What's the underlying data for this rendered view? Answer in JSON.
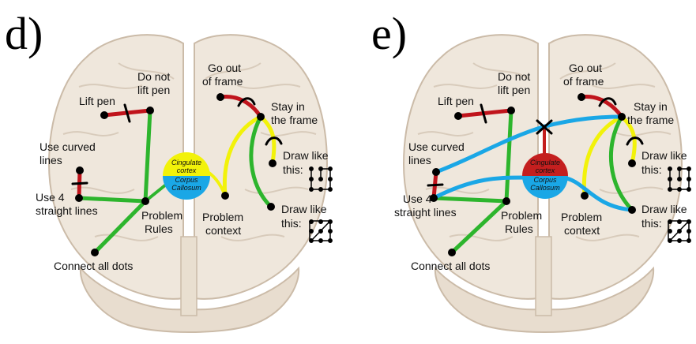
{
  "colors": {
    "brain_fill": "#efe7dc",
    "brain_stroke": "#cbbba8",
    "green": "#2db52d",
    "red": "#c0141c",
    "yellow": "#f2f20a",
    "blue": "#1aa7e6",
    "dark_red": "#c41f1f",
    "dot": "#000000"
  },
  "panels": [
    {
      "letter": "d)",
      "labels": {
        "lift_pen": "Lift pen",
        "do_not_1": "Do not",
        "do_not_2": "lift pen",
        "go_out_1": "Go out",
        "go_out_2": "of frame",
        "stay_1": "Stay in",
        "stay_2": "the frame",
        "curved_1": "Use curved",
        "curved_2": "lines",
        "use4_1": "Use 4",
        "use4_2": "straight lines",
        "rules_1": "Problem",
        "rules_2": "Rules",
        "context_1": "Problem",
        "context_2": "context",
        "draw1_1": "Draw like",
        "draw1_2": "this:",
        "draw2_1": "Draw like",
        "draw2_2": "this:",
        "connect": "Connect all dots",
        "hub_top_1": "Cingulate",
        "hub_top_2": "cortex",
        "hub_bottom_1": "Corpus",
        "hub_bottom_2": "Callosum"
      },
      "hub_top_color": "yellow",
      "inhibition_x": false
    },
    {
      "letter": "e)",
      "labels": {
        "lift_pen": "Lift pen",
        "do_not_1": "Do not",
        "do_not_2": "lift pen",
        "go_out_1": "Go out",
        "go_out_2": "of frame",
        "stay_1": "Stay in",
        "stay_2": "the frame",
        "curved_1": "Use curved",
        "curved_2": "lines",
        "use4_1": "Use 4",
        "use4_2": "straight lines",
        "rules_1": "Problem",
        "rules_2": "Rules",
        "context_1": "Problem",
        "context_2": "context",
        "draw1_1": "Draw like",
        "draw1_2": "this:",
        "draw2_1": "Draw like",
        "draw2_2": "this:",
        "connect": "Connect all dots",
        "hub_top_1": "Cingulate",
        "hub_top_2": "cortex",
        "hub_bottom_1": "Corpus",
        "hub_bottom_2": "Callosum"
      },
      "hub_top_color": "dark_red",
      "inhibition_x": true
    }
  ]
}
